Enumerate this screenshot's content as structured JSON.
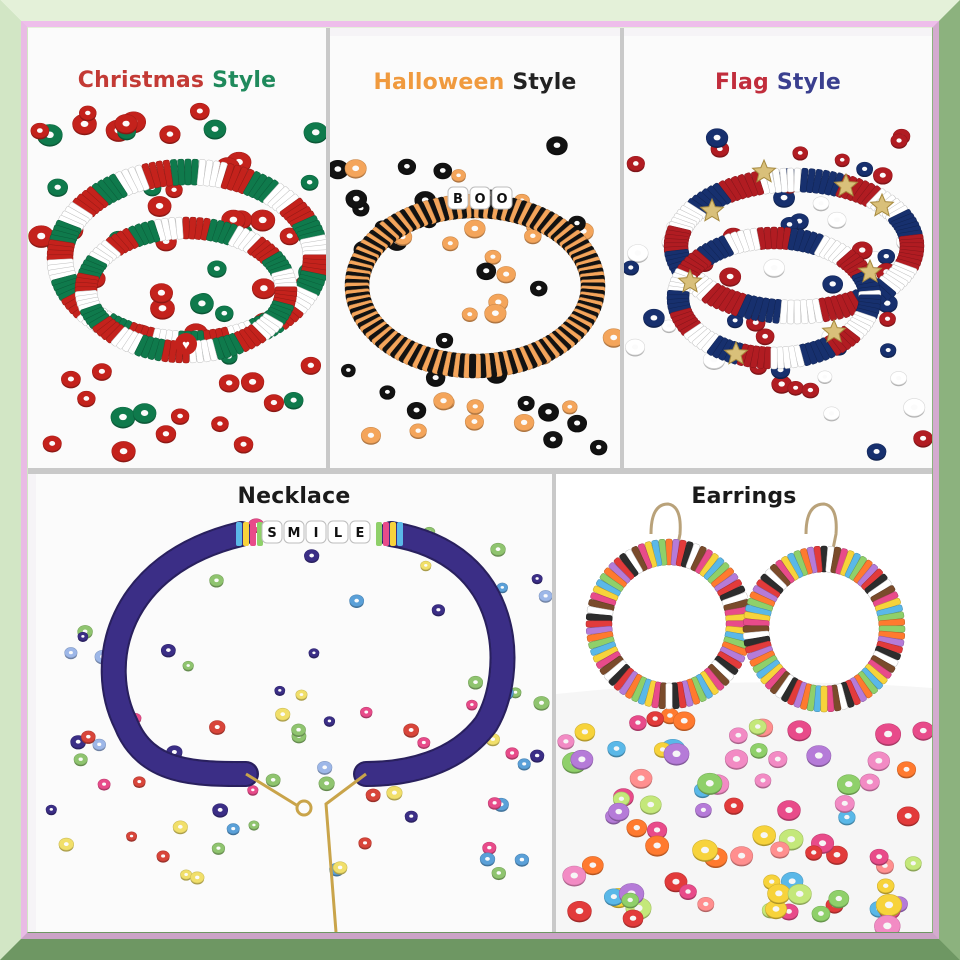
{
  "colors": {
    "frame_outer": "#9cbf8e",
    "frame_light": "#e4f1d9",
    "frame_shadow": "#6e9763",
    "glow": "#f2a8f2"
  },
  "panels": {
    "christmas": {
      "title_part1": "Christmas",
      "title_part2": "Style",
      "title_color1": "#c33a35",
      "title_color2": "#1f8a5c",
      "bead_colors": [
        "#c4221c",
        "#0f7a4c",
        "#ffffff"
      ]
    },
    "halloween": {
      "title_part1": "Halloween",
      "title_part2": "Style",
      "title_color1": "#f09a3e",
      "title_color2": "#222222",
      "letter_beads": [
        "B",
        "O",
        "O"
      ],
      "bead_colors": [
        "#121212",
        "#f4a55b"
      ]
    },
    "flag": {
      "title_part1": "Flag",
      "title_part2": "Style",
      "title_color1": "#c12d3c",
      "title_color2": "#3a3f8f",
      "bead_colors": [
        "#b11c22",
        "#17306e",
        "#ffffff",
        "#d8bf74"
      ]
    },
    "necklace": {
      "title": "Necklace",
      "title_color": "#1a1a1a",
      "letter_beads": [
        "S",
        "M",
        "I",
        "L",
        "E"
      ],
      "bead_color": "#3b2e86"
    },
    "earrings": {
      "title": "Earrings",
      "title_color": "#1a1a1a",
      "bead_colors": [
        "#e84b8a",
        "#f7d33b",
        "#5ab8e8",
        "#8fd06a",
        "#ff7a2f",
        "#b57bd8",
        "#e23b3b",
        "#2d2d2d",
        "#ffffff",
        "#7a4b2b"
      ]
    }
  }
}
